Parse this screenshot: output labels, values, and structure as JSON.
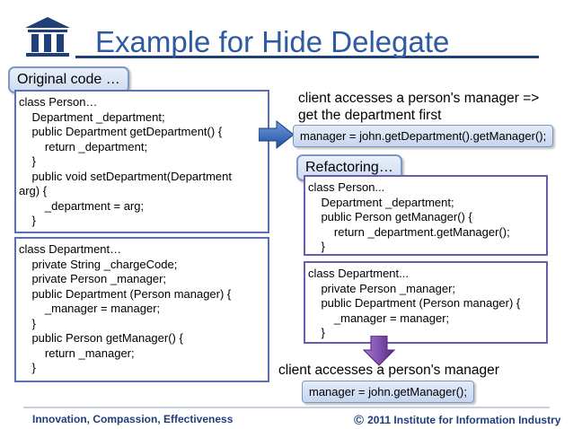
{
  "title": "Example for Hide Delegate",
  "original_label": "Original code …",
  "person_code": [
    "class Person…",
    "    Department _department;",
    "    public Department getDepartment() {",
    "        return _department;",
    "    }",
    "    public void setDepartment(Department",
    "arg) {",
    "        _department = arg;",
    "    }"
  ],
  "department_code": [
    "class Department…",
    "    private String _chargeCode;",
    "    private Person _manager;",
    "    public Department (Person manager) {",
    "        _manager = manager;",
    "    }",
    "    public Person getManager() {",
    "        return _manager;",
    "    }"
  ],
  "client_caption_before": [
    "client accesses a person's manager =>",
    "get the department first"
  ],
  "client_code_before": "manager = john.getDepartment().getManager();",
  "refactoring_label": "Refactoring…",
  "person_refactored": [
    "class Person...",
    "    Department _department;",
    "    public Person getManager() {",
    "        return _department.getManager();",
    "    }"
  ],
  "department_refactored": [
    "class Department...",
    "    private Person _manager;",
    "    public Department (Person manager) {",
    "        _manager = manager;",
    "    }"
  ],
  "client_caption_after": "client accesses a person's manager",
  "client_code_after": "manager = john.getManager();",
  "footer": {
    "left": "Innovation, Compassion, Effectiveness",
    "copyright_symbol": "©",
    "right": "2011 Institute for Information Industry"
  },
  "colors": {
    "title": "#2f5aa0",
    "footer": "#1f3f7a",
    "arrow": "#2f63b4",
    "down_arrow": "#7a3fa8"
  }
}
